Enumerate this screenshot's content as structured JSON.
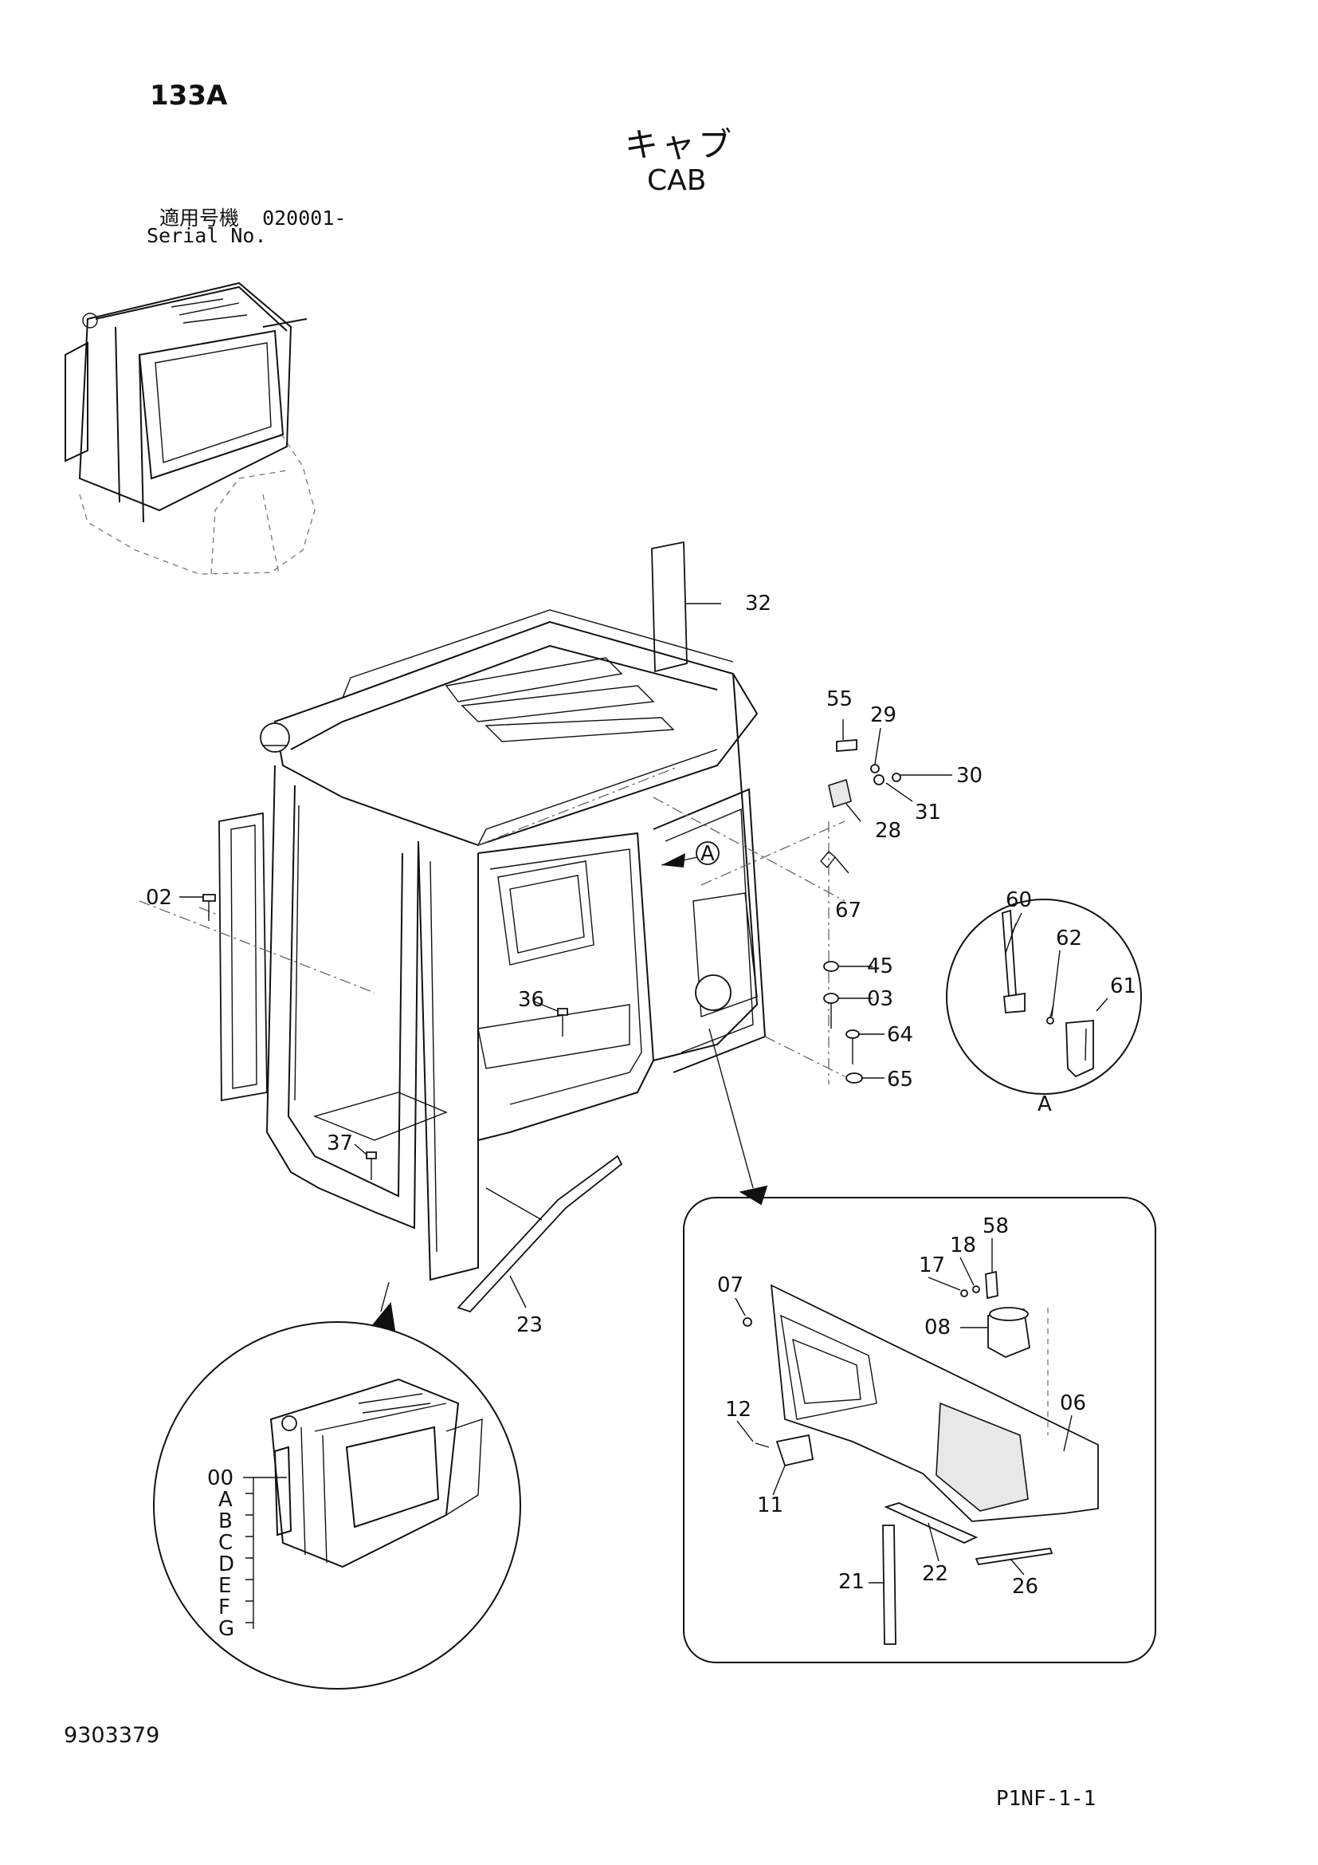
{
  "header": {
    "page_number": "133A",
    "title_jp": "キャブ",
    "title_en": "CAB",
    "serial_label_jp": "適用号機",
    "serial_value": "020001-",
    "serial_label_en": "Serial No."
  },
  "callouts": {
    "main": [
      "32",
      "55",
      "29",
      "30",
      "31",
      "28",
      "67",
      "02",
      "45",
      "03",
      "36",
      "64",
      "65",
      "37",
      "23"
    ],
    "detail_a": [
      "60",
      "62",
      "61"
    ],
    "detail_panel": [
      "58",
      "18",
      "17",
      "07",
      "08",
      "06",
      "12",
      "11",
      "21",
      "22",
      "26"
    ],
    "assembly": [
      "00",
      "A",
      "B",
      "C",
      "D",
      "E",
      "F",
      "G"
    ]
  },
  "view_markers": {
    "view_a_tag": "A",
    "view_a_label": "A"
  },
  "footer": {
    "doc_number": "9303379",
    "code": "P1NF-1-1"
  }
}
